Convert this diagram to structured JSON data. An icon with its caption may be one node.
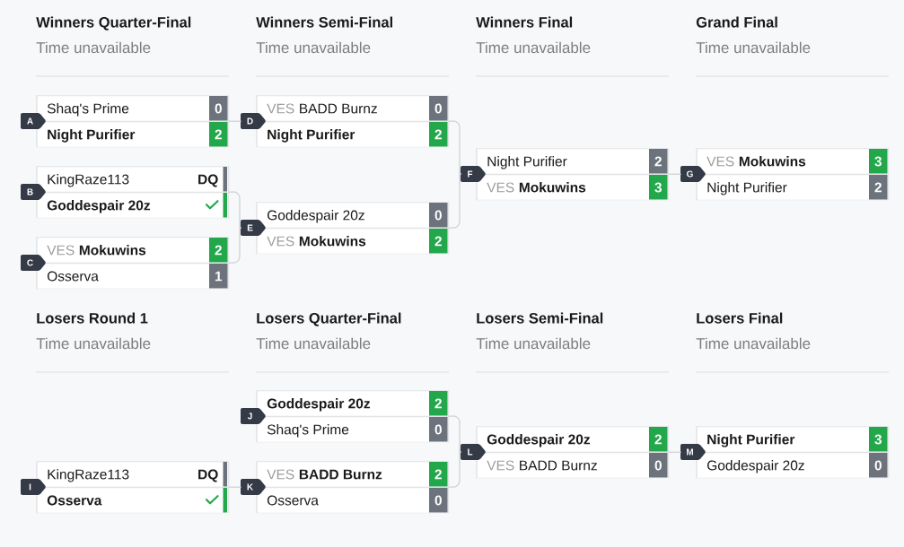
{
  "diagram": {
    "nodes": [
      {
        "text": [
          "A"
        ]
      },
      {
        "text": [
          "Shaq's Prime",
          "0"
        ],
        "in": 0
      },
      {
        "text": [
          "Night Purifier",
          "2"
        ],
        "in": 0
      },
      {
        "text": [
          "B"
        ]
      },
      {
        "text": [
          "KingRaze113",
          "DQ"
        ],
        "in": 3
      },
      {
        "text": [
          "Goddespair 20z"
        ],
        "in": 3
      },
      {
        "text": [
          "C"
        ]
      },
      {
        "text": [
          "VES",
          "Mokuwins",
          "2"
        ],
        "in": 6
      },
      {
        "text": [
          "Osserva",
          "1"
        ],
        "in": 6
      },
      {
        "text": [
          "D"
        ]
      },
      {
        "text": [
          "VES",
          "BADD Burnz",
          "0"
        ],
        "in": 9
      },
      {
        "text": [
          "Night Purifier",
          "2"
        ],
        "in": 9
      },
      {
        "text": [
          "E"
        ]
      },
      {
        "text": [
          "Goddespair 20z",
          "0"
        ],
        "in": 12
      },
      {
        "text": [
          "VES",
          "Mokuwins",
          "2"
        ],
        "in": 12
      },
      {
        "text": [
          "F"
        ]
      },
      {
        "text": [
          "Night Purifier",
          "2"
        ],
        "in": 15
      },
      {
        "text": [
          "VES",
          "Mokuwins",
          "3"
        ],
        "in": 15
      },
      {
        "text": [
          "G"
        ]
      },
      {
        "text": [
          "VES",
          "Mokuwins",
          "3"
        ],
        "in": 18
      },
      {
        "text": [
          "Night Purifier",
          "2"
        ],
        "in": 18
      },
      {
        "text": [
          "I"
        ]
      },
      {
        "text": [
          "KingRaze113",
          "DQ"
        ],
        "in": 21
      },
      {
        "text": [
          "Osserva"
        ],
        "in": 21
      },
      {
        "text": [
          "J"
        ]
      },
      {
        "text": [
          "Goddespair 20z",
          "2"
        ],
        "in": 24
      },
      {
        "text": [
          "Shaq's Prime",
          "0"
        ],
        "in": 24
      },
      {
        "text": [
          "K"
        ]
      },
      {
        "text": [
          "VES",
          "BADD Burnz",
          "2"
        ],
        "in": 27
      },
      {
        "text": [
          "Osserva",
          "0"
        ],
        "in": 27
      },
      {
        "text": [
          "L"
        ]
      },
      {
        "text": [
          "Goddespair 20z",
          "2"
        ],
        "in": 30
      },
      {
        "text": [
          "VES",
          "BADD Burnz",
          "0"
        ],
        "in": 30
      },
      {
        "text": [
          "M"
        ]
      },
      {
        "text": [
          "Night Purifier",
          "3"
        ],
        "in": 33
      },
      {
        "text": [
          "Goddespair 20z",
          "0"
        ],
        "in": 33
      }
    ],
    "edges": [
      {
        "from": 0,
        "to": 9,
        "arrow": "none"
      },
      {
        "from": 3,
        "to": 12,
        "arrow": "none"
      },
      {
        "from": 6,
        "to": 12,
        "arrow": "none"
      },
      {
        "from": 9,
        "to": 15,
        "arrow": "none"
      },
      {
        "from": 12,
        "to": 15,
        "arrow": "none"
      },
      {
        "from": 15,
        "to": 18,
        "arrow": "none"
      },
      {
        "from": 21,
        "to": 27,
        "arrow": "none"
      },
      {
        "from": 24,
        "to": 30,
        "arrow": "none"
      },
      {
        "from": 27,
        "to": 30,
        "arrow": "none"
      },
      {
        "from": 30,
        "to": 33,
        "arrow": "none"
      }
    ],
    "labels": [
      "Winners Quarter-Final",
      "Time unavailable",
      "Winners Semi-Final",
      "Time unavailable",
      "Winners Final",
      "Time unavailable",
      "Grand Final",
      "Time unavailable",
      "Losers Round 1",
      "Time unavailable",
      "Losers Quarter-Final",
      "Time unavailable",
      "Losers Semi-Final",
      "Time unavailable",
      "Losers Final",
      "Time unavailable"
    ]
  }
}
